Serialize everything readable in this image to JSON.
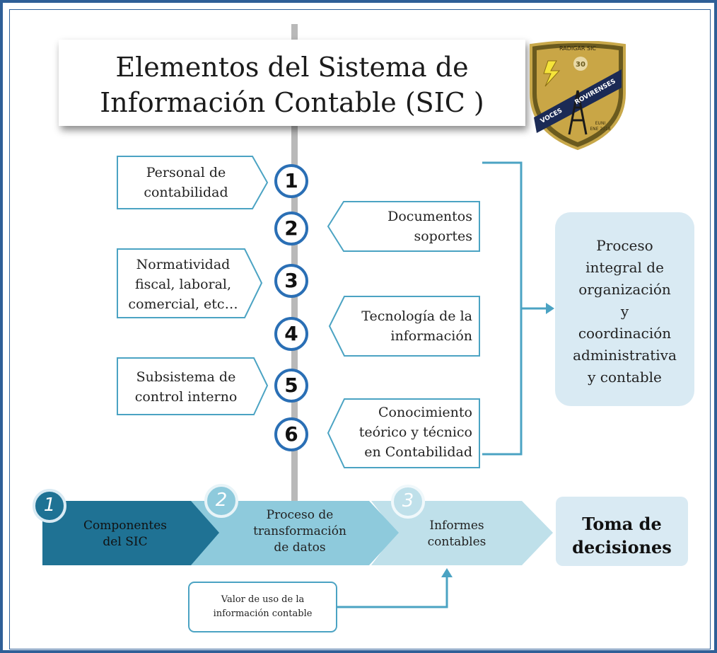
{
  "title": {
    "line1": "Elementos del Sistema de",
    "line2": "Información Contable (SIC )"
  },
  "logo": {
    "top_text": "RADIGAR SIC",
    "badge_text": "30",
    "band_left": "VOCES",
    "band_right": "ROVIRENSES",
    "bottom_line1": "EUNI",
    "bottom_line2": "ENE 2018"
  },
  "elements": [
    {
      "number": "1",
      "lines": [
        "Personal de",
        "contabilidad"
      ]
    },
    {
      "number": "2",
      "lines": [
        "Documentos",
        "soportes"
      ]
    },
    {
      "number": "3",
      "lines": [
        "Normatividad",
        "fiscal, laboral,",
        "comercial, etc…"
      ]
    },
    {
      "number": "4",
      "lines": [
        "Tecnología de la",
        "información"
      ]
    },
    {
      "number": "5",
      "lines": [
        "Subsistema de",
        "control interno"
      ]
    },
    {
      "number": "6",
      "lines": [
        "Conocimiento",
        "teórico y técnico",
        "en Contabilidad"
      ]
    }
  ],
  "process_box": {
    "lines": [
      "Proceso",
      "integral de",
      "organización",
      "y",
      "coordinación",
      "administrativa",
      "y contable"
    ]
  },
  "steps": [
    {
      "number": "1",
      "lines": [
        "Componentes",
        "del SIC"
      ]
    },
    {
      "number": "2",
      "lines": [
        "Proceso de",
        "transformación",
        "de datos"
      ]
    },
    {
      "number": "3",
      "lines": [
        "Informes",
        "contables"
      ]
    }
  ],
  "decision": {
    "lines": [
      "Toma de",
      "decisiones"
    ]
  },
  "value_box": {
    "lines": [
      "Valor de uso de la",
      "información contable"
    ]
  },
  "colors": {
    "frame": "#2f5f97",
    "accent": "#4ba3c3",
    "circle_border": "#2a6fb5",
    "step1": "#1f7294",
    "step2": "#8ecadc",
    "step3": "#bfe0ea",
    "light_box": "#d9eaf3"
  }
}
